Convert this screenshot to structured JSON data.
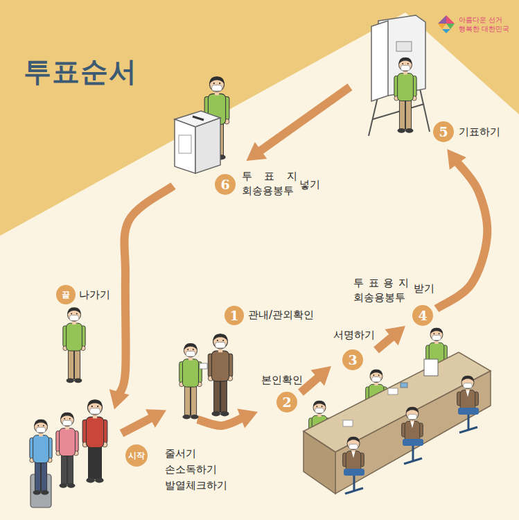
{
  "diagram": {
    "title": "투표순서",
    "nodes": [
      {
        "text": [
          "시작",
          "줄서기 손소독하기 발열체크하기"
        ]
      },
      {
        "text": [
          "1",
          "관내/관외확인"
        ]
      },
      {
        "text": [
          "2",
          "본인확인"
        ]
      },
      {
        "text": [
          "3",
          "서명하기"
        ]
      },
      {
        "text": [
          "4",
          "투 표 용 지 회송용봉투",
          "받기"
        ]
      },
      {
        "text": [
          "5",
          "기표하기"
        ]
      },
      {
        "text": [
          "6",
          "투 표 지 회송용봉투",
          "넣기"
        ]
      },
      {
        "text": [
          "끝",
          "나가기"
        ]
      }
    ],
    "edges": [
      {
        "from": 0,
        "to": 1,
        "arrow": "to"
      },
      {
        "from": 1,
        "to": 2,
        "arrow": "to"
      },
      {
        "from": 2,
        "to": 3,
        "arrow": "to"
      },
      {
        "from": 3,
        "to": 4,
        "arrow": "to"
      },
      {
        "from": 4,
        "to": 5,
        "arrow": "to"
      },
      {
        "from": 5,
        "to": 6,
        "arrow": "to"
      },
      {
        "from": 6,
        "to": 7,
        "arrow": "to"
      }
    ],
    "labels": [
      "아름다운 선거",
      "행복한 대한민국"
    ]
  }
}
